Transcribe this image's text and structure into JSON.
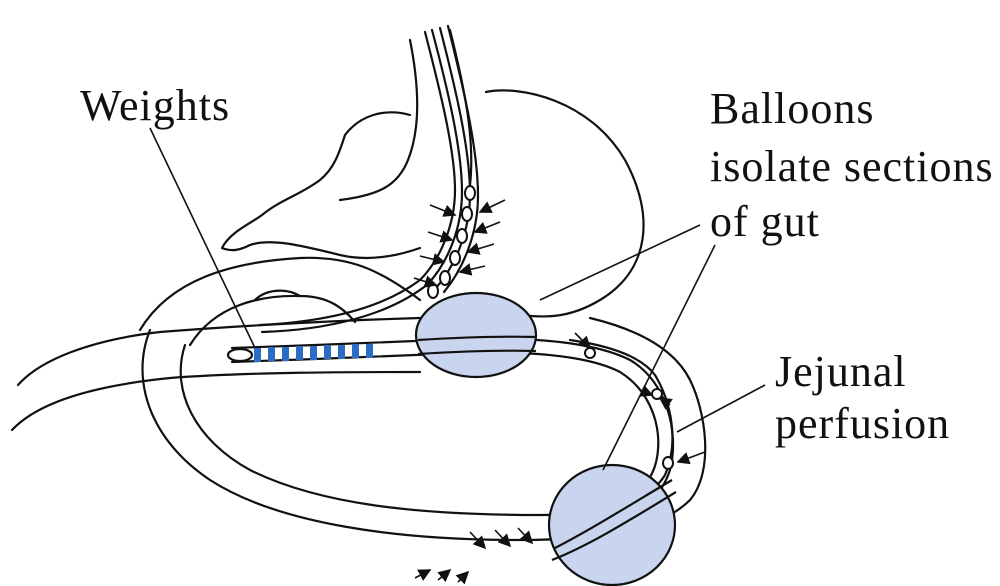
{
  "labels": {
    "weights": "Weights",
    "balloons_line1": "Balloons",
    "balloons_line2": "isolate sections",
    "balloons_line3": "of gut",
    "jejunal_line1": "Jejunal",
    "jejunal_line2": "perfusion"
  },
  "colors": {
    "balloon_fill": "#c9d4ee",
    "weight_stripes": "#2b6cc4",
    "outline": "#111111"
  }
}
